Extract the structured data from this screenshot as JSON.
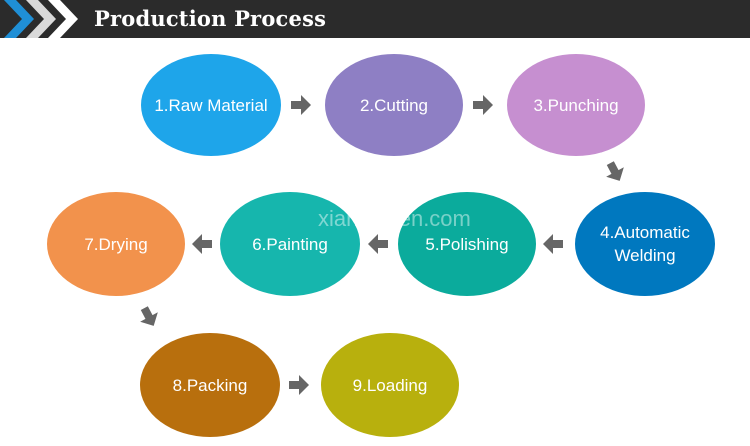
{
  "header": {
    "title": "Production Process",
    "bar_color": "#2b2b2b",
    "chevron_color": "#1f8fd6"
  },
  "steps": [
    {
      "label": "1.Raw Material",
      "color": "#1ea5ea"
    },
    {
      "label": "2.Cutting",
      "color": "#8e7fc4"
    },
    {
      "label": "3.Punching",
      "color": "#c68fd0"
    },
    {
      "label": "4.Automatic Welding",
      "color": "#0078bf"
    },
    {
      "label": "5.Polishing",
      "color": "#0bab9c"
    },
    {
      "label": "6.Painting",
      "color": "#16b6ad"
    },
    {
      "label": "7.Drying",
      "color": "#f2924c"
    },
    {
      "label": "8.Packing",
      "color": "#b86f0d"
    },
    {
      "label": "9.Loading",
      "color": "#b8b00d"
    }
  ],
  "arrow_color": "#666666",
  "watermark": "xiangjia.en.com"
}
